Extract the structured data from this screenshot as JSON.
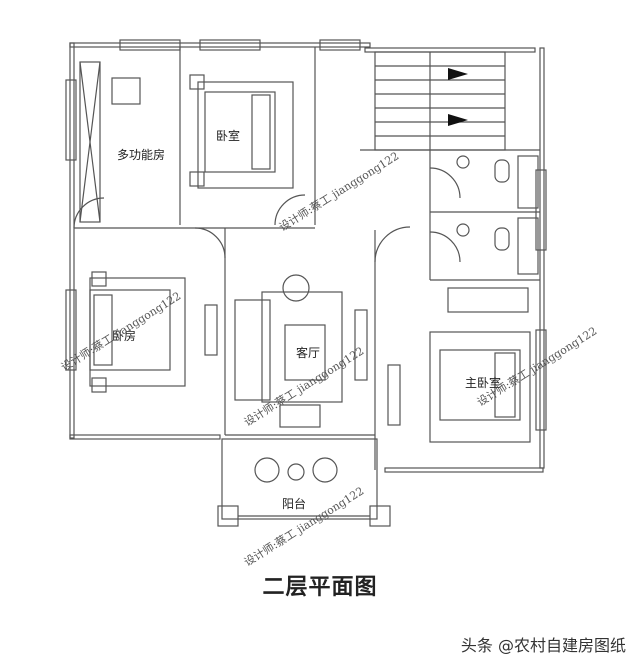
{
  "rooms": {
    "multi": "多功能房",
    "bedroom_top": "卧室",
    "bedroom_left": "卧房",
    "living": "客厅",
    "master": "主卧室",
    "balcony": "阳台"
  },
  "watermark": "设计师:蔡工 jianggong122",
  "title": "二层平面图",
  "footer": "头条 @农村自建房图纸"
}
